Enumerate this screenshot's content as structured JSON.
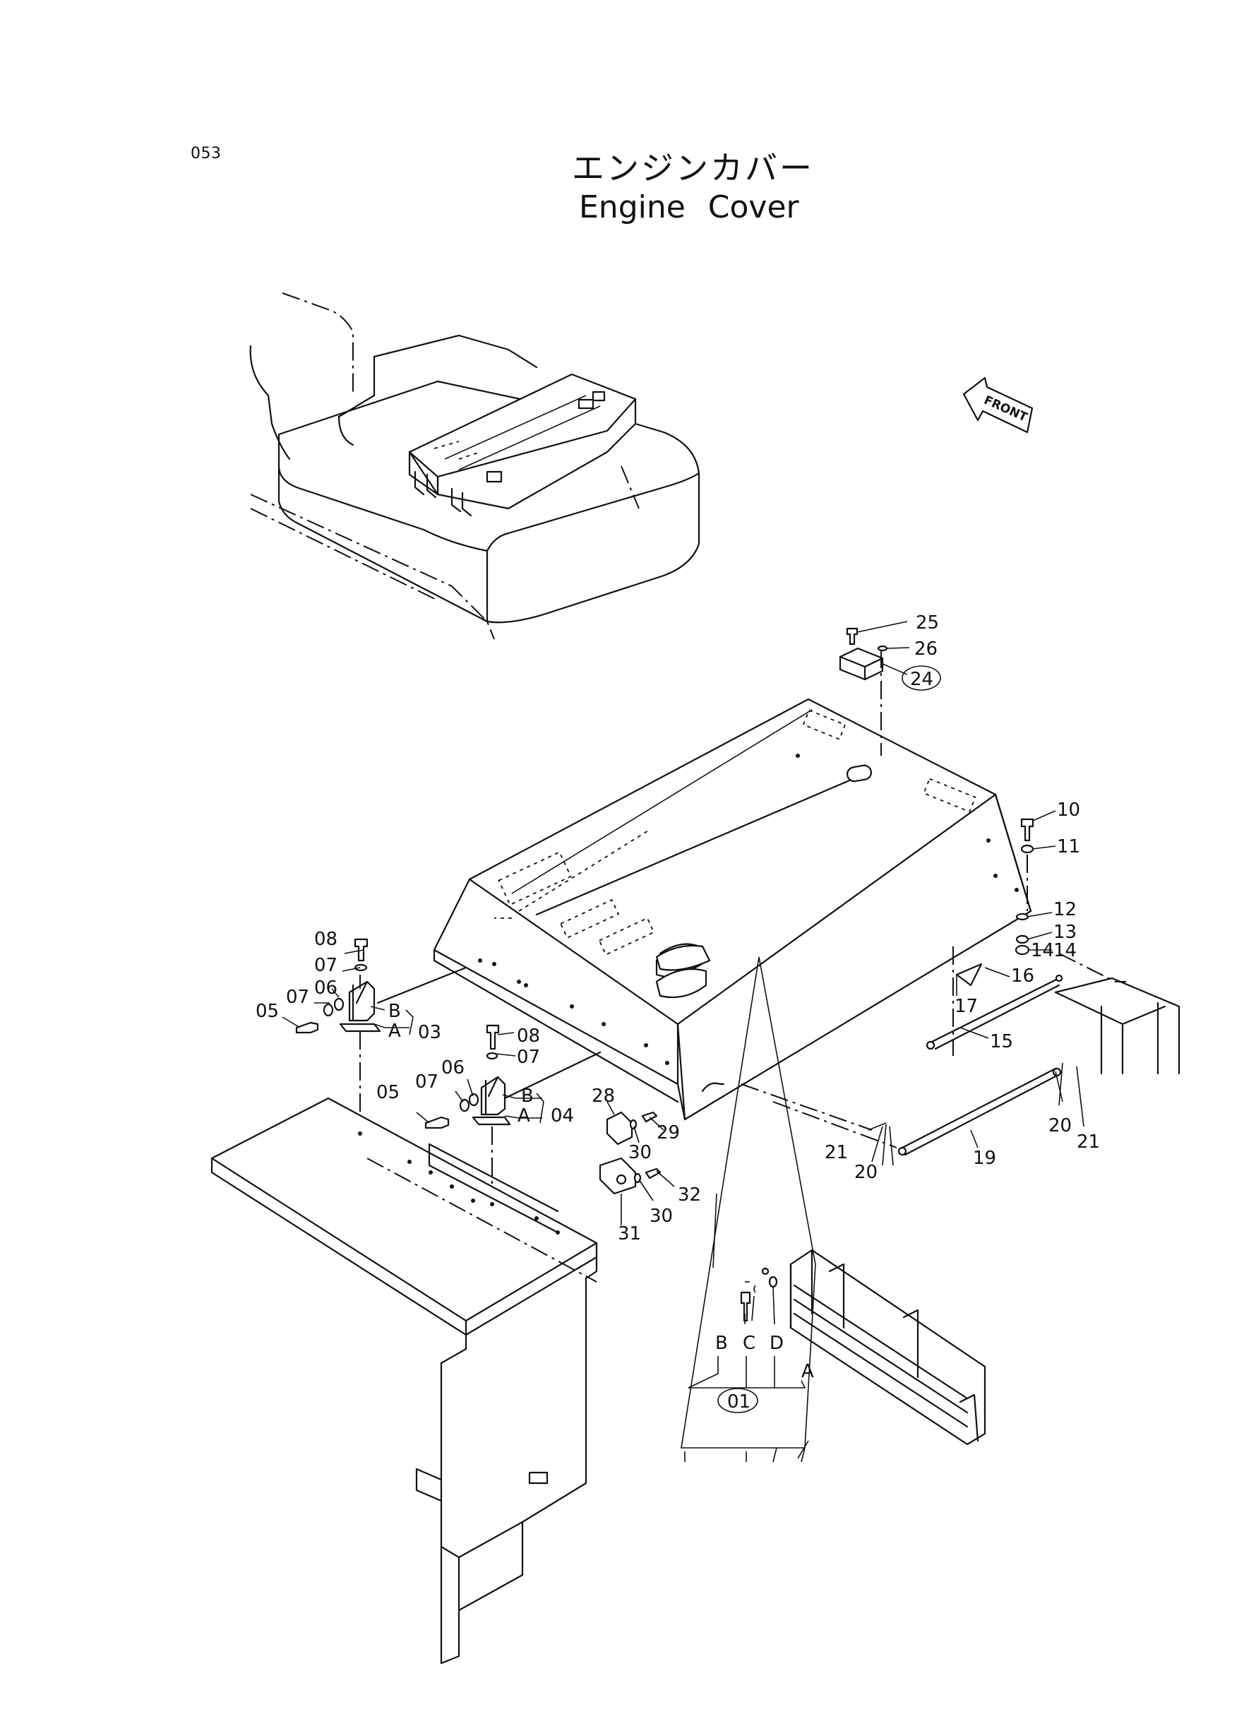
{
  "page_number": "053",
  "title_jp": "エンジンカバー",
  "title_en": "Engine Cover",
  "front_arrow": "FRONT",
  "callouts": {
    "c25": "25",
    "c26": "26",
    "c24": "24",
    "c10": "10",
    "c11": "11",
    "c12": "12",
    "c13": "13",
    "c14a": "14",
    "c14b": "14",
    "c16": "16",
    "c17": "17",
    "c15": "15",
    "c08a": "08",
    "c07a": "07",
    "c07b": "07",
    "c06a": "06",
    "c05a": "05",
    "c03B": "B",
    "c03A": "A",
    "c03": "03",
    "c08b": "08",
    "c07c": "07",
    "c07d": "07",
    "c06b": "06",
    "c05b": "05",
    "c04B": "B",
    "c04A": "A",
    "c04": "04",
    "c28": "28",
    "c29": "29",
    "c30a": "30",
    "c30b": "30",
    "c31": "31",
    "c32": "32",
    "c21a": "21",
    "c20a": "20",
    "c19": "19",
    "c20b": "20",
    "c21b": "21",
    "c01B": "B",
    "c01C": "C",
    "c01D": "D",
    "c01A": "A",
    "c01": "01"
  }
}
